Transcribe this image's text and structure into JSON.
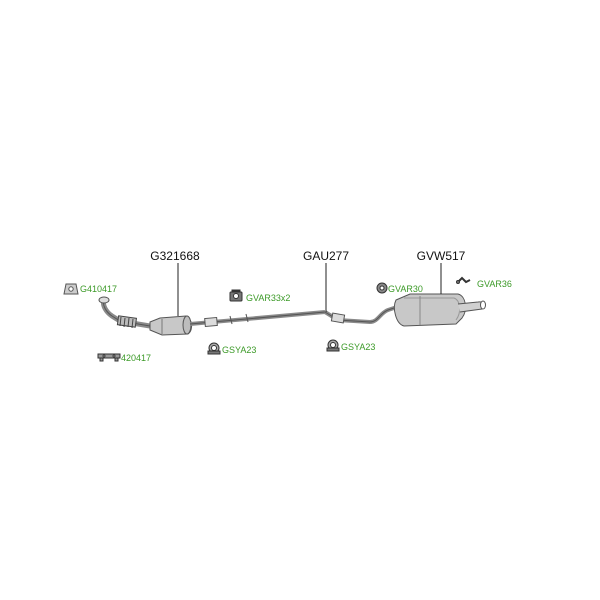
{
  "colors": {
    "link": "#3c9a28",
    "line": "#222222",
    "part_fill": "#c8c8c8",
    "part_stroke": "#555555"
  },
  "main_parts": {
    "catalytic_converter": "G321668",
    "center_pipe": "GAU277",
    "rear_silencer": "GVW517"
  },
  "accessories": {
    "gasket_front": "G410417",
    "clamp_front": "420417",
    "hanger_mid": "GVAR33x2",
    "clamp_mid": "GSYA23",
    "clamp_rear": "GSYA23",
    "hanger_rear": "GVAR30",
    "bracket_rear": "GVAR36"
  }
}
